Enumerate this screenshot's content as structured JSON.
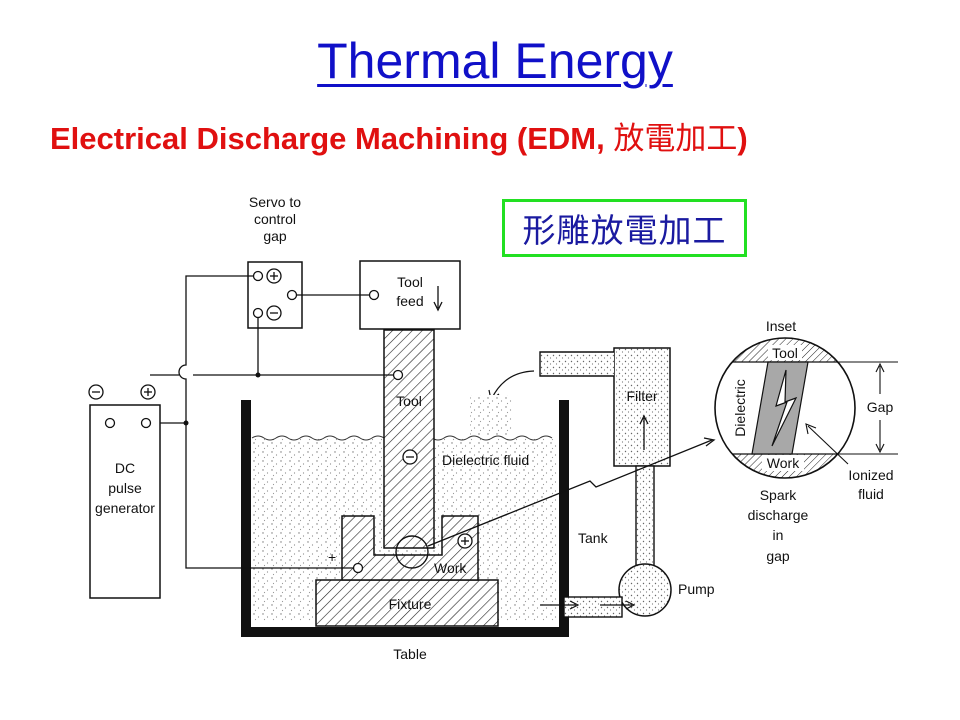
{
  "title": "Thermal Energy",
  "subtitle": {
    "text": "Electrical Discharge Machining (EDM, ",
    "chinese": "放電加工",
    "close": ")"
  },
  "callout": "形雕放電加工",
  "labels": {
    "servo": [
      "Servo to",
      "control",
      "gap"
    ],
    "tool_feed": [
      "Tool",
      "feed"
    ],
    "tool": "Tool",
    "dielectric_fluid": "Dielectric fluid",
    "filter": "Filter",
    "tank": "Tank",
    "pump": "Pump",
    "work": "Work",
    "fixture": "Fixture",
    "table": "Table",
    "dc": [
      "DC",
      "pulse",
      "generator"
    ],
    "inset": {
      "title": "Inset",
      "tool": "Tool",
      "work": "Work",
      "dielectric": "Dielectric",
      "gap": "Gap",
      "ionized": [
        "Ionized",
        "fluid"
      ],
      "spark": [
        "Spark",
        "discharge",
        "in",
        "gap"
      ]
    }
  },
  "colors": {
    "title": "#1010c8",
    "subtitle": "#e01010",
    "callout_border": "#22e022",
    "callout_text": "#1a1aa0"
  }
}
